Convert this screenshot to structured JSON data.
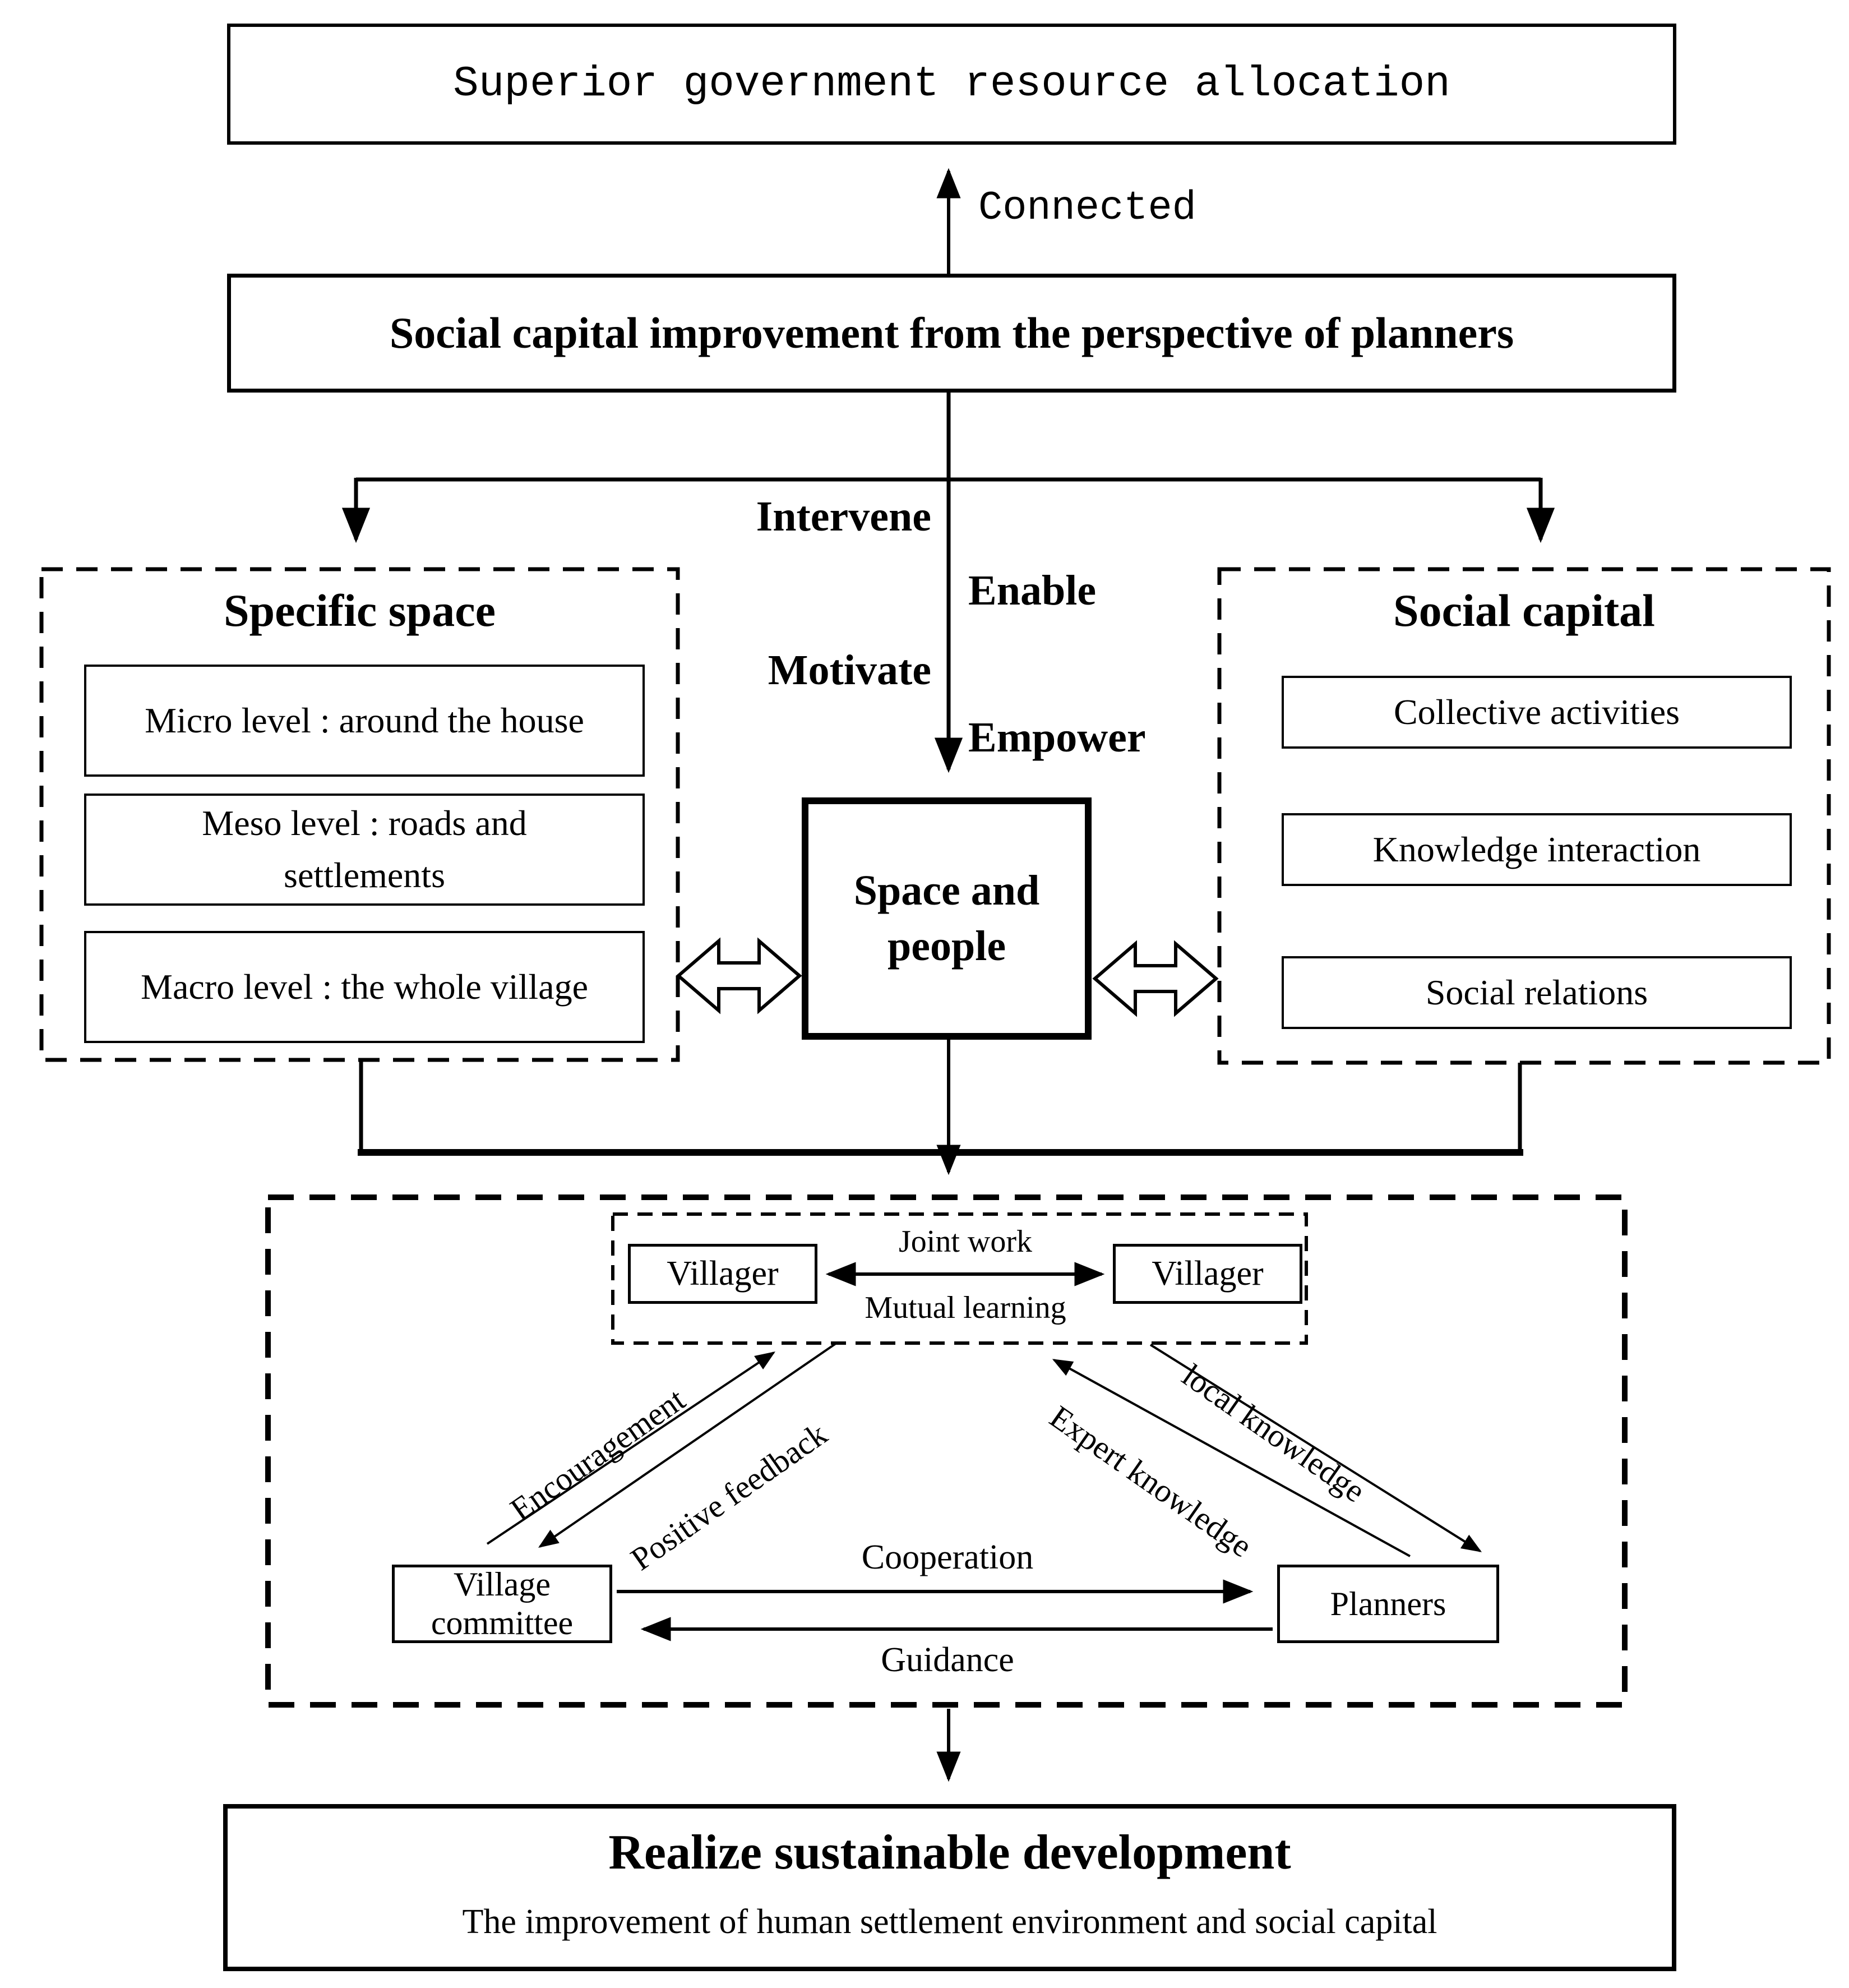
{
  "diagram": {
    "top_box": "Superior government resource allocation",
    "connected_label": "Connected",
    "main_box": "Social capital improvement from the perspective of planners",
    "edge_labels": {
      "intervene": "Intervene",
      "enable": "Enable",
      "motivate": "Motivate",
      "empower": "Empower"
    },
    "specific_space": {
      "title": "Specific space",
      "items": [
        "Micro level : around the house",
        "Meso level : roads and settlements",
        "Macro level : the whole village"
      ]
    },
    "social_capital": {
      "title": "Social capital",
      "items": [
        "Collective activities",
        "Knowledge interaction",
        "Social relations"
      ]
    },
    "center_box": "Space and people",
    "interaction": {
      "villager_left": "Villager",
      "villager_right": "Villager",
      "joint_work": "Joint work",
      "mutual_learning": "Mutual learning",
      "encouragement": "Encouragement",
      "positive_feedback": "Positive feedback",
      "expert_knowledge": "Expert knowledge",
      "local_knowledge": "local knowledge",
      "village_committee": "Village committee",
      "planners": "Planners",
      "cooperation": "Cooperation",
      "guidance": "Guidance"
    },
    "outcome": {
      "title": "Realize sustainable development",
      "subtitle": "The improvement of human settlement environment and social capital"
    },
    "colors": {
      "ink": "#000000",
      "paper": "#ffffff"
    }
  }
}
